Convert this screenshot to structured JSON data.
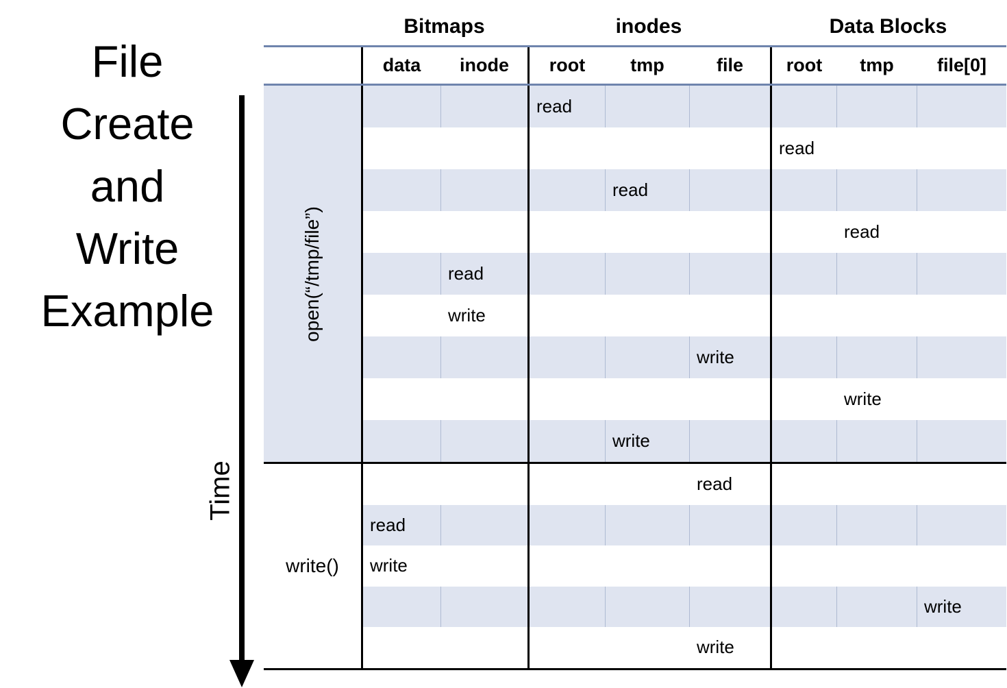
{
  "title_lines": [
    "File",
    "Create",
    "and",
    "Write",
    "Example"
  ],
  "time_label": "Time",
  "table": {
    "groups": [
      {
        "label": "Bitmaps"
      },
      {
        "label": "inodes"
      },
      {
        "label": "Data Blocks"
      }
    ],
    "sub_columns": [
      "data",
      "inode",
      "root",
      "tmp",
      "file",
      "root",
      "tmp",
      "file[0]"
    ],
    "sections": [
      {
        "label": "open(“/tmp/file”)",
        "rows": [
          [
            "",
            "",
            "read",
            "",
            "",
            "",
            "",
            ""
          ],
          [
            "",
            "",
            "",
            "",
            "",
            "read",
            "",
            ""
          ],
          [
            "",
            "",
            "",
            "read",
            "",
            "",
            "",
            ""
          ],
          [
            "",
            "",
            "",
            "",
            "",
            "",
            "read",
            ""
          ],
          [
            "",
            "read",
            "",
            "",
            "",
            "",
            "",
            ""
          ],
          [
            "",
            "write",
            "",
            "",
            "",
            "",
            "",
            ""
          ],
          [
            "",
            "",
            "",
            "",
            "write",
            "",
            "",
            ""
          ],
          [
            "",
            "",
            "",
            "",
            "",
            "",
            "write",
            ""
          ],
          [
            "",
            "",
            "",
            "write",
            "",
            "",
            "",
            ""
          ]
        ]
      },
      {
        "label": "write()",
        "rows": [
          [
            "",
            "",
            "",
            "",
            "read",
            "",
            "",
            ""
          ],
          [
            "read",
            "",
            "",
            "",
            "",
            "",
            "",
            ""
          ],
          [
            "write",
            "",
            "",
            "",
            "",
            "",
            "",
            ""
          ],
          [
            "",
            "",
            "",
            "",
            "",
            "",
            "",
            "write"
          ],
          [
            "",
            "",
            "",
            "",
            "write",
            "",
            "",
            ""
          ]
        ]
      }
    ]
  },
  "colors": {
    "row_shade": "#dfe4f0",
    "cell_separator": "#aebad2",
    "header_line": "#6f84ad",
    "table_line": "#000000"
  }
}
